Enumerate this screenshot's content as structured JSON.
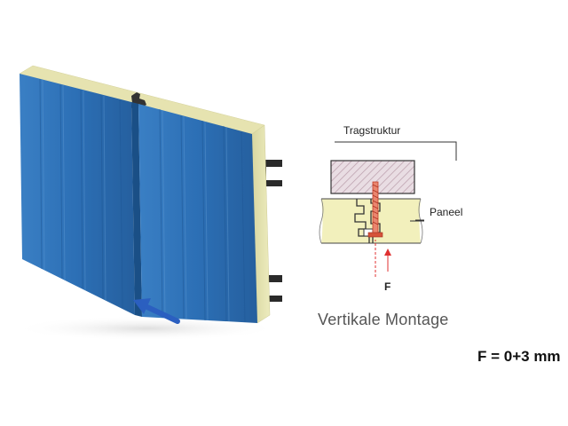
{
  "diagram": {
    "labels": {
      "support_structure": "Tragstruktur",
      "panel": "Paneel",
      "force": "F"
    },
    "caption": "Vertikale Montage",
    "tolerance": "F = 0+3 mm"
  },
  "colors": {
    "panel_face": "#2f74b8",
    "panel_core": "#e8e6b0",
    "detail_core": "#f2f0bc",
    "hatch": "#b89aa8",
    "arrow": "#2b5fc0",
    "force_arrow": "#e03030",
    "screw": "#d5523a"
  },
  "icons": [
    "rail-bracket-icon",
    "direction-arrow-icon",
    "screw-icon"
  ]
}
